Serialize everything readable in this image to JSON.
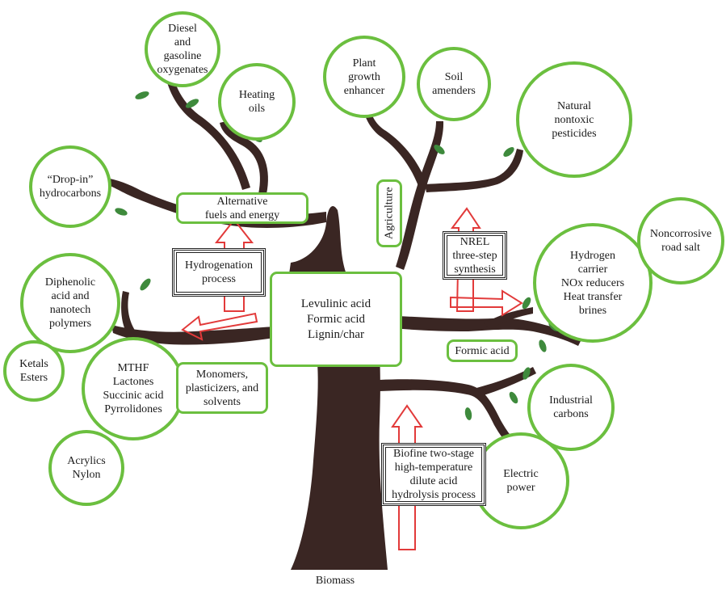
{
  "colors": {
    "trunk": "#3a2623",
    "leaf": "#3e8a3c",
    "outline": "#6bbf3f",
    "arrow": "#e23a3a",
    "box": "#222222"
  },
  "trunk_label": "Biomass",
  "center": {
    "lines": "Levulinic acid\nFormic acid\nLignin/char"
  },
  "categories": {
    "fuels": "Alternative\nfuels and energy",
    "monomers": "Monomers,\nplasticizers, and\nsolvents",
    "agriculture": "Agriculture",
    "formic": "Formic acid"
  },
  "processes": {
    "hydrogenation": "Hydrogenation\nprocess",
    "nrel": "NREL\nthree-step\nsynthesis",
    "biofine": "Biofine two-stage\nhigh-temperature\ndilute acid\nhydrolysis process"
  },
  "products": {
    "diesel": "Diesel\nand\ngasoline\noxygenates",
    "heating": "Heating\noils",
    "dropin": "“Drop-in”\nhydrocarbons",
    "plant": "Plant\ngrowth\nenhancer",
    "soil": "Soil\namenders",
    "pesticides": "Natural\nnontoxic\npesticides",
    "diphenolic": "Diphenolic\nacid and\nnanotech\npolymers",
    "ketals": "Ketals\nEsters",
    "mthf": "MTHF\nLactones\nSuccinic acid\nPyrrolidones",
    "acrylics": "Acrylics\nNylon",
    "hydrogen": "Hydrogen\ncarrier\nNOx reducers\nHeat transfer\nbrines",
    "saltroad": "Noncorrosive\nroad salt",
    "industrial": "Industrial\ncarbons",
    "electric": "Electric\npower"
  }
}
